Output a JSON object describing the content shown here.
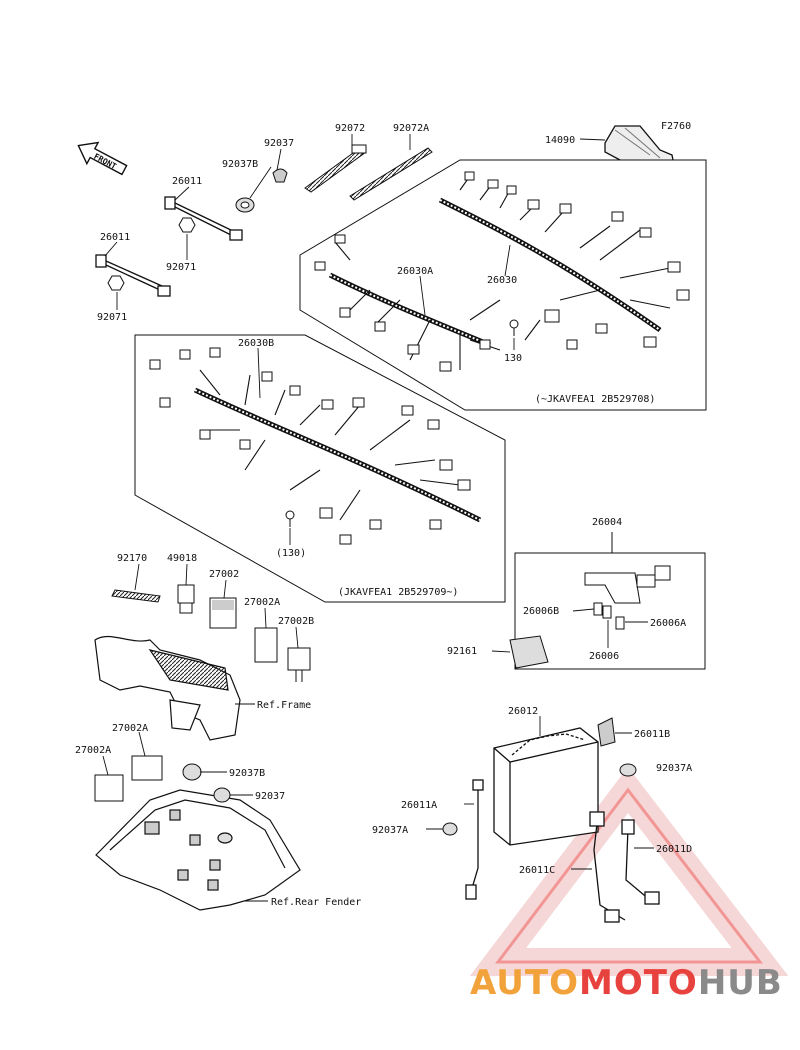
{
  "diagram": {
    "figure_code": "F2760",
    "front_label": "FRONT",
    "part_labels": {
      "p14090": "14090",
      "p92072": "92072",
      "p92072A": "92072A",
      "p92037_top": "92037",
      "p92037B_top": "92037B",
      "p26011_a": "26011",
      "p92071_a": "92071",
      "p26011_b": "26011",
      "p92071_b": "92071",
      "p26030A": "26030A",
      "p26030": "26030",
      "p130": "130",
      "p26030B": "26030B",
      "p130_paren": "(130)",
      "p26004": "26004",
      "p26006B": "26006B",
      "p26006A": "26006A",
      "p26006": "26006",
      "p92161": "92161",
      "p92170": "92170",
      "p49018": "49018",
      "p27002_top": "27002",
      "p27002A_top": "27002A",
      "p27002B": "27002B",
      "p27002A_mid": "27002A",
      "p27002A_left": "27002A",
      "p92037B_low": "92037B",
      "p92037_low": "92037",
      "p26012": "26012",
      "p26011B": "26011B",
      "p92037A_right": "92037A",
      "p26011A": "26011A",
      "p92037A_left": "92037A",
      "p26011C": "26011C",
      "p26011D": "26011D"
    },
    "ref_labels": {
      "frame": "Ref.Frame",
      "rear_fender": "Ref.Rear Fender"
    },
    "serial_notes": {
      "upper": "(~JKAVFEA1 2B529708)",
      "lower": "(JKAVFEA1 2B529709~)"
    }
  },
  "watermark": {
    "part1": "AUTO",
    "part2": "MOTO",
    "part3": "HUB",
    "color1": "#f2a23a",
    "color2": "#e8423f",
    "color3": "#8a8a8a"
  }
}
